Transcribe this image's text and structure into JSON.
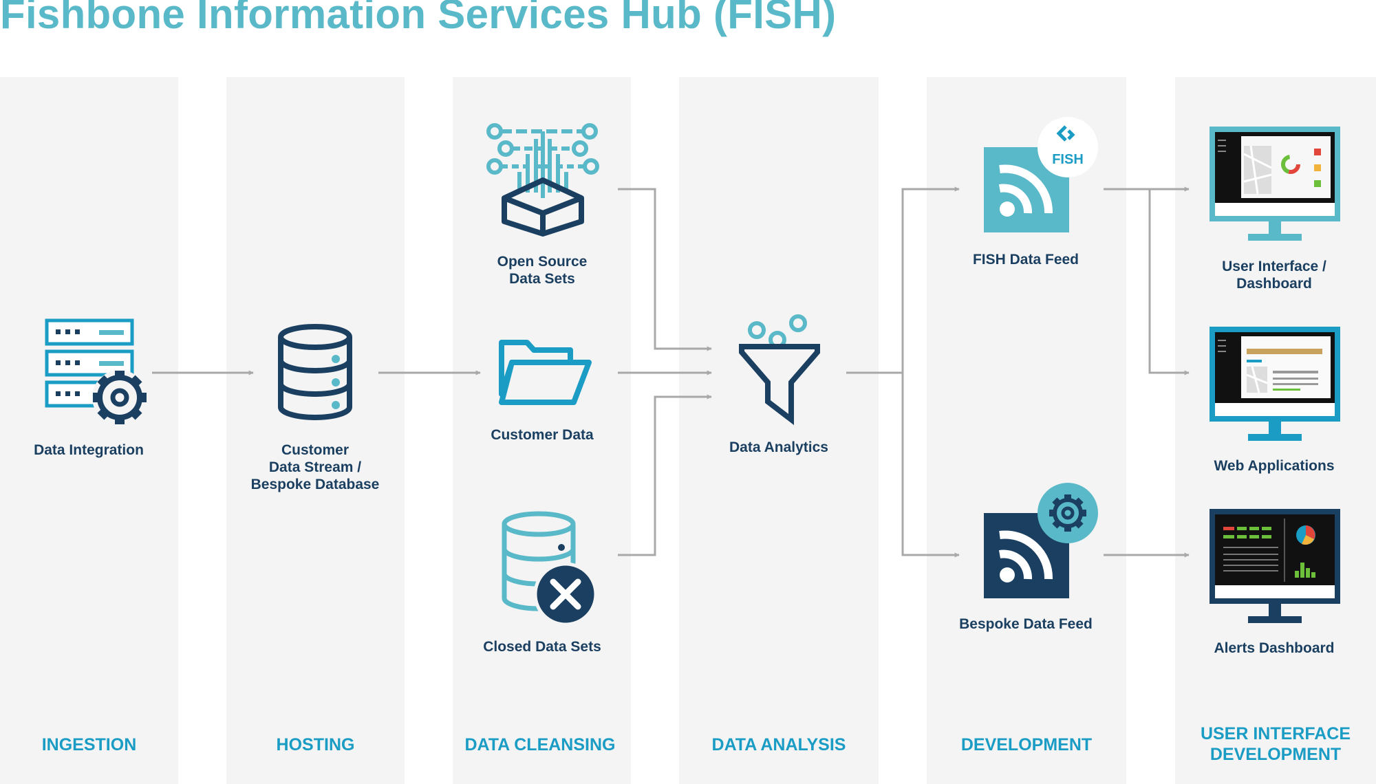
{
  "title": "Fishbone Information Services Hub (FISH)",
  "stages": {
    "ingestion": "INGESTION",
    "hosting": "HOSTING",
    "cleansing": "DATA CLEANSING",
    "analysis": "DATA ANALYSIS",
    "development": "DEVELOPMENT",
    "ui": "USER INTERFACE\nDEVELOPMENT"
  },
  "nodes": {
    "data_integration": "Data Integration",
    "customer_stream": "Customer\nData Stream /\nBespoke Database",
    "open_source": "Open Source\nData Sets",
    "customer_data": "Customer Data",
    "closed_sets": "Closed Data Sets",
    "analytics": "Data Analytics",
    "fish_feed": "FISH Data Feed",
    "bespoke_feed": "Bespoke Data Feed",
    "ui_dashboard": "User Interface /\nDashboard",
    "web_apps": "Web Applications",
    "alerts": "Alerts Dashboard"
  },
  "badges": {
    "fish": "FISH"
  },
  "colors": {
    "navy": "#1b3f60",
    "teal": "#5ab9c8",
    "blue": "#1a9cc4",
    "arrow": "#a8a8a8",
    "column": "#f4f4f4"
  },
  "icons": {
    "data_integration": "server-gear-icon",
    "customer_stream": "database-icon",
    "open_source": "open-box-circuit-icon",
    "customer_data": "folder-icon",
    "closed_sets": "database-x-icon",
    "analytics": "funnel-icon",
    "fish_feed": "rss-feed-icon",
    "bespoke_feed": "rss-feed-gear-icon",
    "ui_dashboard": "monitor-map-dashboard-icon",
    "web_apps": "monitor-web-app-icon",
    "alerts": "monitor-alerts-icon"
  }
}
